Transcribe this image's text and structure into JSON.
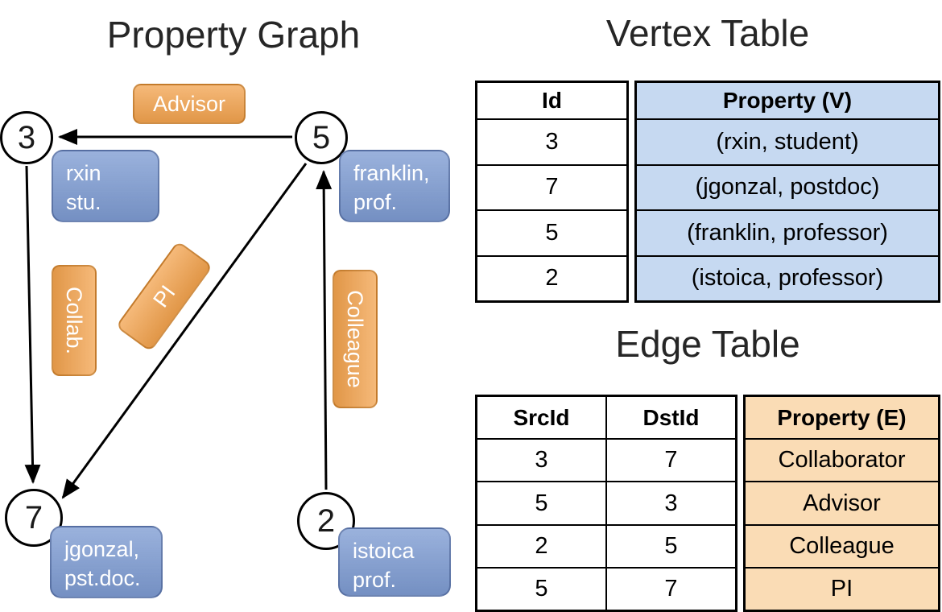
{
  "titles": {
    "graph": "Property Graph",
    "vertex_table": "Vertex Table",
    "edge_table": "Edge Table"
  },
  "graph": {
    "nodes": [
      {
        "id": "3",
        "label_line1": "rxin",
        "label_line2": "stu."
      },
      {
        "id": "5",
        "label_line1": "franklin,",
        "label_line2": "prof."
      },
      {
        "id": "7",
        "label_line1": "jgonzal,",
        "label_line2": "pst.doc."
      },
      {
        "id": "2",
        "label_line1": "istoica",
        "label_line2": "prof."
      }
    ],
    "edge_labels": [
      "Advisor",
      "Collab.",
      "PI",
      "Colleague"
    ]
  },
  "vertex_table": {
    "headers": {
      "id": "Id",
      "property": "Property (V)"
    },
    "rows": [
      {
        "id": "3",
        "property": "(rxin, student)"
      },
      {
        "id": "7",
        "property": "(jgonzal, postdoc)"
      },
      {
        "id": "5",
        "property": "(franklin, professor)"
      },
      {
        "id": "2",
        "property": "(istoica, professor)"
      }
    ]
  },
  "edge_table": {
    "headers": {
      "src": "SrcId",
      "dst": "DstId",
      "property": "Property (E)"
    },
    "rows": [
      {
        "src": "3",
        "dst": "7",
        "property": "Collaborator"
      },
      {
        "src": "5",
        "dst": "3",
        "property": "Advisor"
      },
      {
        "src": "2",
        "dst": "5",
        "property": "Colleague"
      },
      {
        "src": "5",
        "dst": "7",
        "property": "PI"
      }
    ]
  },
  "colors": {
    "edge_label_bg": "#F2A24D",
    "node_label_bg": "#7E9CD3",
    "vertex_cell_bg": "#C6D9F1",
    "edge_cell_bg": "#FADCB5"
  }
}
